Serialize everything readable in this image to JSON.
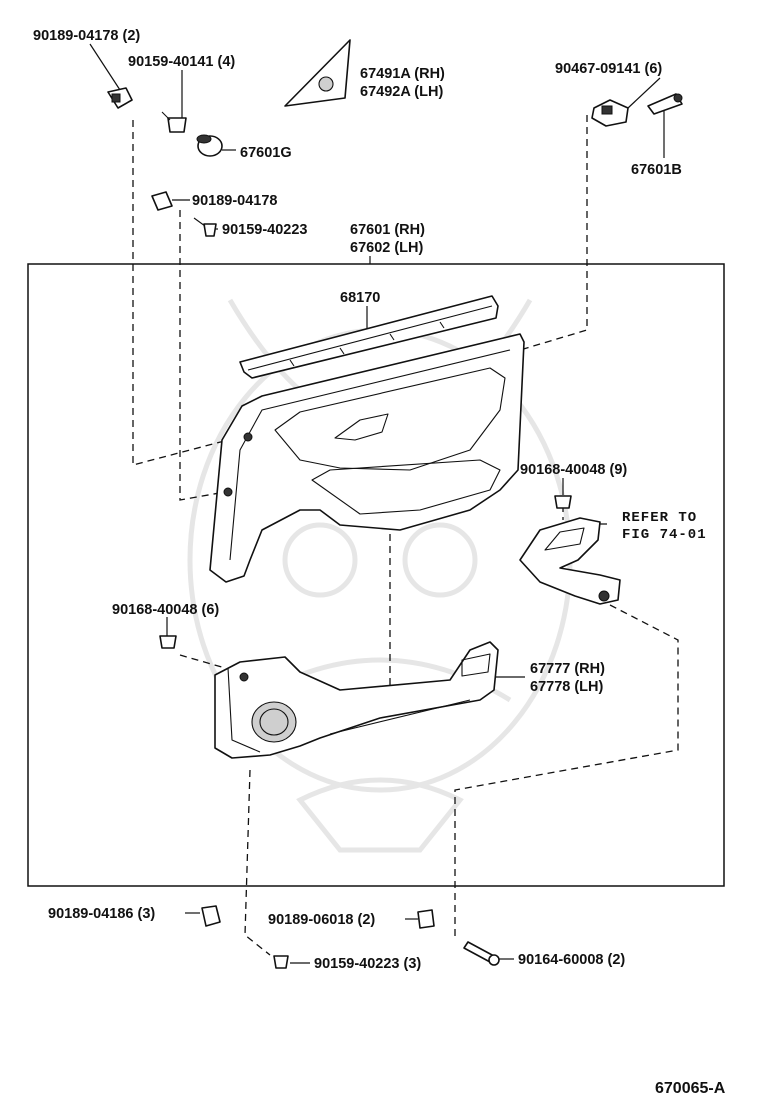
{
  "labels": {
    "p90189_04178_2": "90189-04178 (2)",
    "p90159_40141_4": "90159-40141 (4)",
    "p67491A": "67491A (RH)",
    "p67492A": "67492A (LH)",
    "p90467_09141_6": "90467-09141 (6)",
    "p67601G": "67601G",
    "p67601B": "67601B",
    "p90189_04178": "90189-04178",
    "p90159_40223": "90159-40223",
    "p67601": "67601 (RH)",
    "p67602": "67602 (LH)",
    "p68170": "68170",
    "p90168_40048_9": "90168-40048 (9)",
    "refer_line1": "REFER TO",
    "refer_line2": "FIG 74-01",
    "p90168_40048_6": "90168-40048 (6)",
    "p67777": "67777 (RH)",
    "p67778": "67778 (LH)",
    "p90189_04186_3": "90189-04186 (3)",
    "p90189_06018_2": "90189-06018 (2)",
    "p90159_40223_3": "90159-40223 (3)",
    "p90164_60008_2": "90164-60008 (2)",
    "figure_code": "670065-A"
  }
}
